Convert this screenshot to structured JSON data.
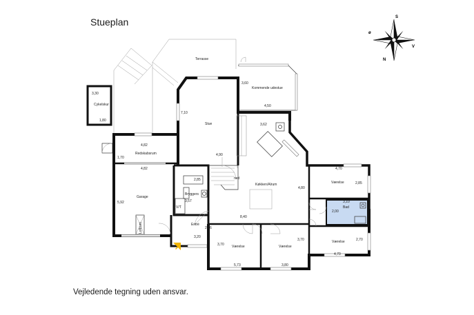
{
  "title": "Stueplan",
  "footer": "Vejledende tegning uden ansvar.",
  "compass": {
    "n": "N",
    "s": "S",
    "o": "ø",
    "v": "V"
  },
  "colors": {
    "bath": "#c8daf2",
    "arrow": "#f0b400",
    "wall": "#111111"
  },
  "rooms": {
    "terrasse": "Terrasse",
    "kommende": "Kommende udestue",
    "cykelskur": "Cykelskur",
    "stue": "Stue",
    "redskab": "Redskabsrum",
    "garage": "Garage",
    "loftrum": "Loftrum",
    "bryggers": "Bryggers",
    "vt": "V/T",
    "entre": "Entré",
    "koekken": "Køkken/Alrum",
    "ned": "ned",
    "vaer1": "Værelse",
    "vaer2": "Værelse",
    "vaer3": "Værelse",
    "vaer4": "Værelse",
    "bad": "Bad"
  },
  "dims": {
    "cykel_w": "3,30",
    "cykel_h": "1,80",
    "udestue_h": "3,60",
    "udestue_w": "4,50",
    "stue_h": "7,10",
    "stue_w": "4,90",
    "redskab_w": "4,82",
    "redskab_h": "1,70",
    "garage_w": "4,82",
    "garage_h": "5,92",
    "bryg_w": "2,85",
    "bryg_h": "3,57",
    "entre_w": "2,16",
    "entre_h": "3,20",
    "koekken_small": "3,62",
    "koekken_w": "8,40",
    "koekken_h": "4,80",
    "vaer1_w": "4,70",
    "vaer1_h": "2,85",
    "bad_w": "3,10",
    "bad_h": "2,00",
    "vaer4_h": "2,70",
    "vaer4_w": "4,70",
    "vaer2_h": "3,70",
    "vaer2_w": "5,73",
    "vaer3_h": "3,70",
    "vaer3_w": "3,80"
  }
}
